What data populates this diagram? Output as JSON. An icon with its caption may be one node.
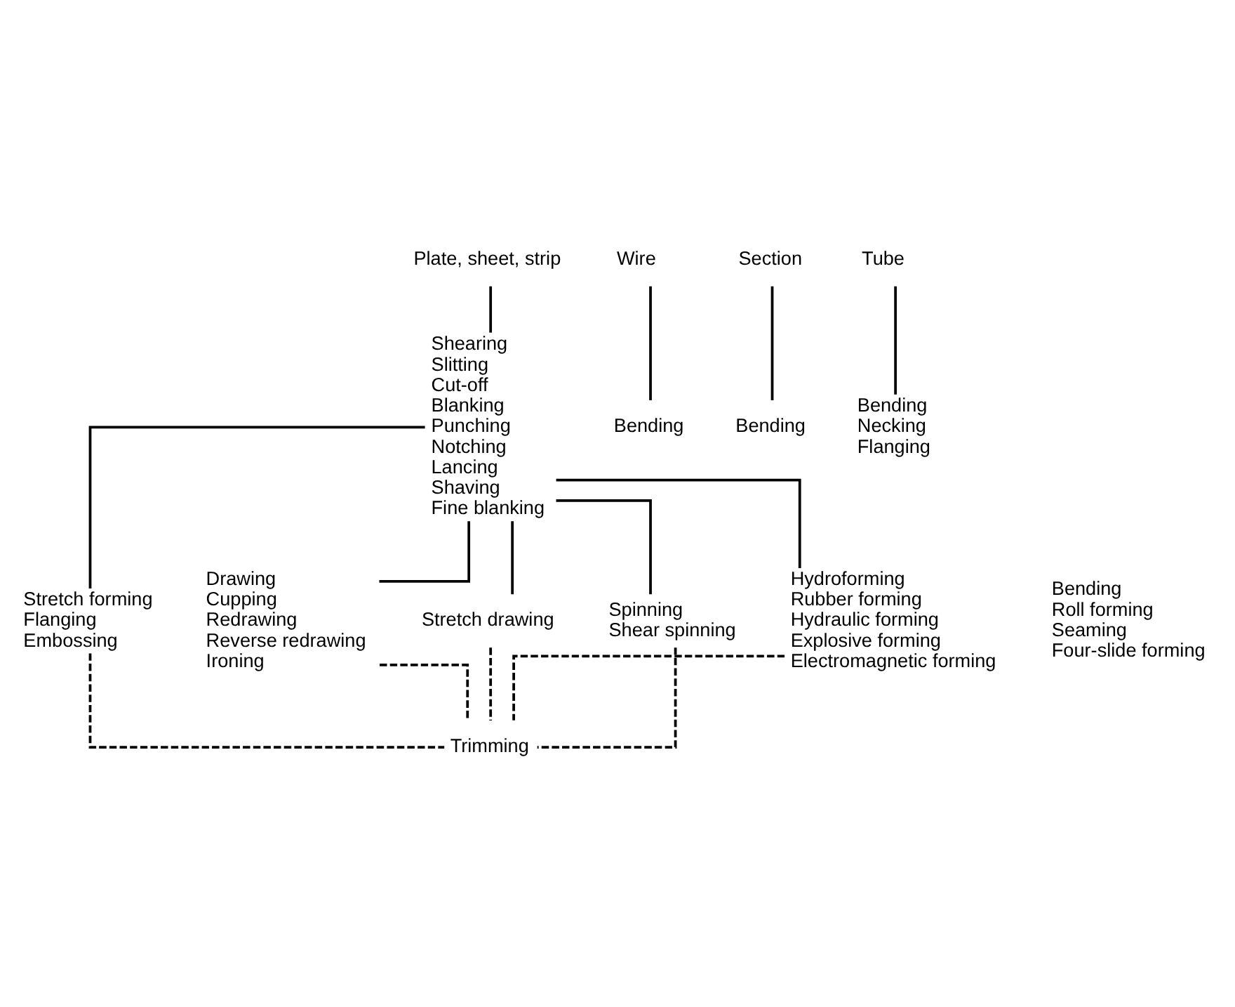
{
  "diagram": {
    "nodes": [
      {
        "text": [
          "Plate, sheet, strip"
        ]
      },
      {
        "text": [
          "Wire"
        ]
      },
      {
        "text": [
          "Section"
        ]
      },
      {
        "text": [
          "Tube"
        ]
      },
      {
        "text": [
          "Shearing",
          "Slitting",
          "Cut-off",
          "Blanking",
          "Punching",
          "Notching",
          "Lancing",
          "Shaving",
          "Fine blanking"
        ]
      },
      {
        "text": [
          "Bending"
        ]
      },
      {
        "text": [
          "Bending"
        ]
      },
      {
        "text": [
          "Bending",
          "Necking",
          "Flanging"
        ]
      },
      {
        "text": [
          "Bending",
          "Roll forming",
          "Seaming",
          "Four-slide forming"
        ]
      },
      {
        "text": [
          "Stretch forming",
          "Flanging",
          "Embossing"
        ]
      },
      {
        "text": [
          "Drawing",
          "Cupping",
          "Redrawing",
          "Reverse redrawing",
          "Ironing"
        ]
      },
      {
        "text": [
          "Stretch drawing"
        ]
      },
      {
        "text": [
          "Spinning",
          "Shear spinning"
        ]
      },
      {
        "text": [
          "Hydroforming",
          "Rubber forming",
          "Hydraulic forming",
          "Explosive forming",
          "Electromagnetic forming"
        ]
      },
      {
        "text": [
          "Trimming"
        ]
      }
    ],
    "edges": [
      {
        "from": 0,
        "to": 4,
        "arrow": "none"
      },
      {
        "from": 1,
        "to": 5,
        "arrow": "none"
      },
      {
        "from": 2,
        "to": 6,
        "arrow": "none"
      },
      {
        "from": 3,
        "to": 7,
        "arrow": "none"
      },
      {
        "from": 4,
        "to": 12,
        "arrow": "none"
      },
      {
        "from": 4,
        "to": 9,
        "arrow": "none"
      },
      {
        "from": 4,
        "to": 10,
        "arrow": "none"
      },
      {
        "from": 4,
        "to": 13,
        "arrow": "none"
      },
      {
        "from": 4,
        "to": 11,
        "arrow": "none"
      },
      {
        "from": 12,
        "to": 14,
        "arrow": "none",
        "style": "dashed"
      },
      {
        "from": 9,
        "to": 14,
        "arrow": "none",
        "style": "dashed"
      },
      {
        "from": 10,
        "to": 14,
        "arrow": "none",
        "style": "dashed"
      },
      {
        "from": 13,
        "to": 14,
        "arrow": "none",
        "style": "dashed"
      },
      {
        "from": 11,
        "to": 14,
        "arrow": "none",
        "style": "dashed"
      }
    ]
  }
}
